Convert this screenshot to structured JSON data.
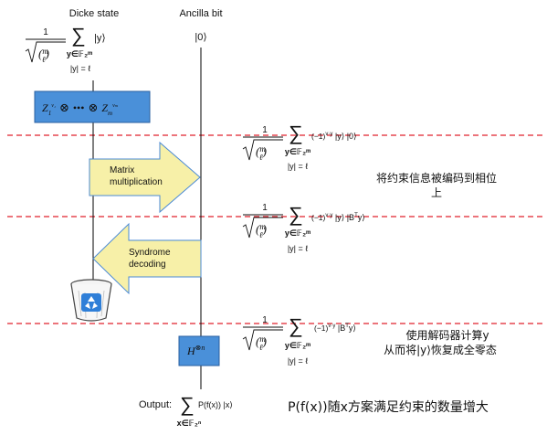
{
  "headers": {
    "dicke_state": "Dicke state",
    "ancilla_bit": "Ancilla bit",
    "ancilla_ket": "|0⟩"
  },
  "colors": {
    "wire": "#000000",
    "gate_fill": "#4a90d9",
    "gate_border": "#2a5fa0",
    "arrow_fill": "#f7f0a8",
    "arrow_stroke": "#4a8ad6",
    "dashed_line": "#e0202c",
    "recycle_blue": "#2f7fd8"
  },
  "icons": [
    "recycle-bin-icon"
  ],
  "dicke_expr": {
    "coef_num": "1",
    "binom": "(m ℓ)",
    "sum": "∑",
    "ket": "|y⟩",
    "subscript": "y∈𝔽₂ᵐ",
    "condition": "|y| = ℓ"
  },
  "gate_z": {
    "label": "Z₁^{v₁} ⊗ • • • ⊗ Zₘ^{vₘ}"
  },
  "arrows": {
    "matrix": [
      "Matrix",
      "multiplication"
    ],
    "syndrome": [
      "Syndrome",
      "decoding"
    ]
  },
  "state_1": {
    "coef_num": "1",
    "sum": "∑",
    "term": "(−1)^{v·y} |y⟩ |0⟩",
    "subscript": "y∈𝔽₂ᵐ",
    "condition": "|y| = ℓ"
  },
  "state_2": {
    "coef_num": "1",
    "sum": "∑",
    "term": "(−1)^{v·y} |y⟩ |Bᵀy⟩",
    "subscript": "y∈𝔽₂ᵐ",
    "condition": "|y| = ℓ"
  },
  "state_3": {
    "coef_num": "1",
    "sum": "∑",
    "term": "(−1)^{v·y} |Bᵀy⟩",
    "subscript": "y∈𝔽₂ᵐ",
    "condition": "|y| = ℓ"
  },
  "gate_h": {
    "label": "H^{⊗n}"
  },
  "annotations": {
    "note_1": [
      "将约束信息被编码到相位",
      "上"
    ],
    "note_2_line1": "使用解码器计算y",
    "note_2_line2": "从而将|y⟩恢复成全零态",
    "note_3": "P(f(x))随x方案满足约束的数量增大"
  },
  "output": {
    "label": "Output:",
    "sum": "∑",
    "term": "P(f(x)) |x⟩",
    "subscript": "x∈𝔽₂ⁿ"
  }
}
